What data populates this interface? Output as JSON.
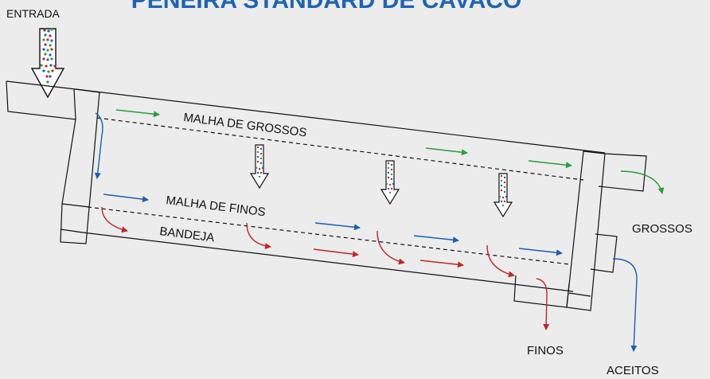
{
  "title": "PENEIRA STANDARD DE CAVACO",
  "labels": {
    "entrada": "ENTRADA",
    "malha_grossos": "MALHA DE GROSSOS",
    "malha_finos": "MALHA DE FINOS",
    "bandeja": "BANDEJA",
    "grossos": "GROSSOS",
    "finos": "FINOS",
    "aceitos": "ACEITOS"
  },
  "colors": {
    "title": "#1f63b3",
    "grossos_flow": "#2e9a3c",
    "aceitos_flow": "#1a5fb4",
    "finos_flow": "#c0262a",
    "outline": "#111111",
    "background": "#ececec"
  },
  "icons": {
    "feed_arrow": "down-arrow-with-particles-icon",
    "drop_arrow": "down-arrow-with-particles-icon"
  }
}
